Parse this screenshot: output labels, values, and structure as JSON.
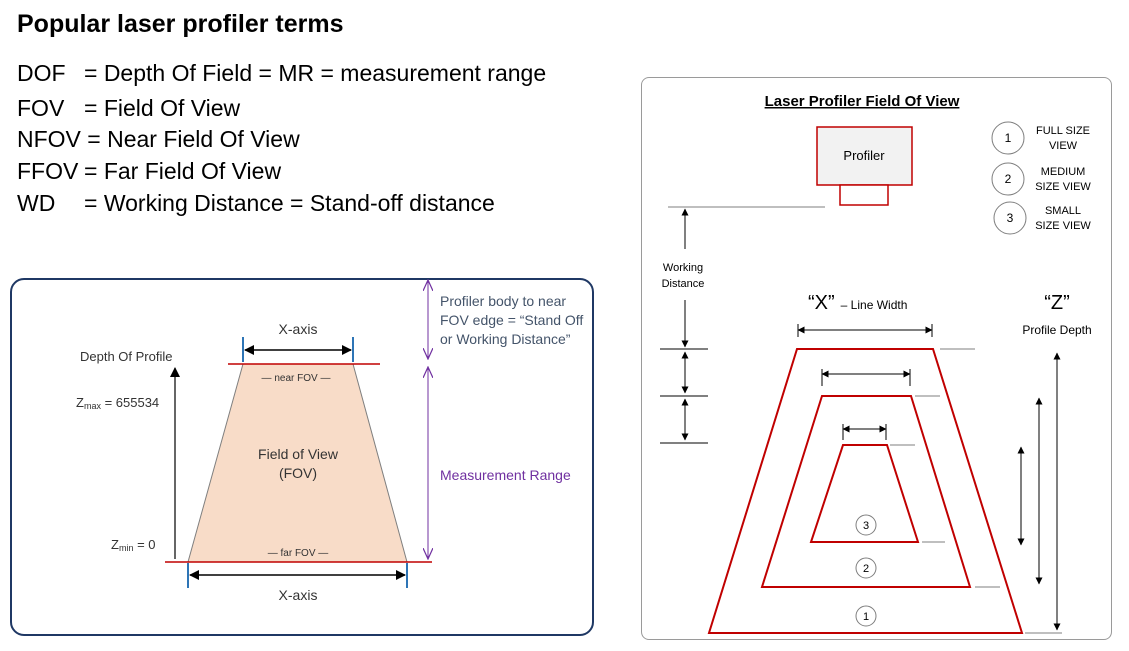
{
  "title": "Popular laser profiler terms",
  "terms": [
    {
      "abbr": "DOF",
      "definition": "= Depth Of Field = MR = measurement range"
    },
    {
      "abbr": "FOV",
      "definition": "= Field Of View"
    },
    {
      "abbr": "NFOV",
      "definition": "= Near Field Of View"
    },
    {
      "abbr": "FFOV",
      "definition": "= Far Field Of View"
    },
    {
      "abbr": "WD",
      "definition": "= Working Distance = Stand-off distance"
    }
  ],
  "left_diagram": {
    "x_axis_top": "X-axis",
    "x_axis_bottom": "X-axis",
    "near_fov": "— near FOV —",
    "far_fov": "— far FOV —",
    "fov_line1": "Field of View",
    "fov_line2": "(FOV)",
    "depth_of_profile": "Depth Of Profile",
    "zmax_z": "Z",
    "zmax_sub": "max",
    "zmax_val": " = 655534",
    "zmin_z": "Z",
    "zmin_sub": "min",
    "zmin_val": " = 0",
    "standoff_line1": "Profiler body to near",
    "standoff_line2": "FOV edge = “Stand Off",
    "standoff_line3": "or Working Distance”",
    "measurement_range": "Measurement Range",
    "colors": {
      "fov_fill": "#f8dcc8",
      "border": "#1f3864",
      "edge_marks": "#c00000",
      "caliper": "#2e75b6",
      "range": "#7030a0",
      "annotation": "#44546a"
    }
  },
  "right_diagram": {
    "title": "Laser Profiler Field Of View",
    "profiler": "Profiler",
    "working_distance_line1": "Working",
    "working_distance_line2": "Distance",
    "x_label": "“X”",
    "x_sublabel": "– Line Width",
    "z_label": "“Z”",
    "z_sublabel": "Profile Depth",
    "legend": [
      {
        "num": "1",
        "line1": "FULL SIZE",
        "line2": "VIEW"
      },
      {
        "num": "2",
        "line1": "MEDIUM",
        "line2": "SIZE VIEW"
      },
      {
        "num": "3",
        "line1": "SMALL",
        "line2": "SIZE VIEW"
      }
    ],
    "shape_markers": [
      "1",
      "2",
      "3"
    ],
    "colors": {
      "trapezoid": "#c00000",
      "profiler_fill": "#f2f2f2"
    }
  }
}
